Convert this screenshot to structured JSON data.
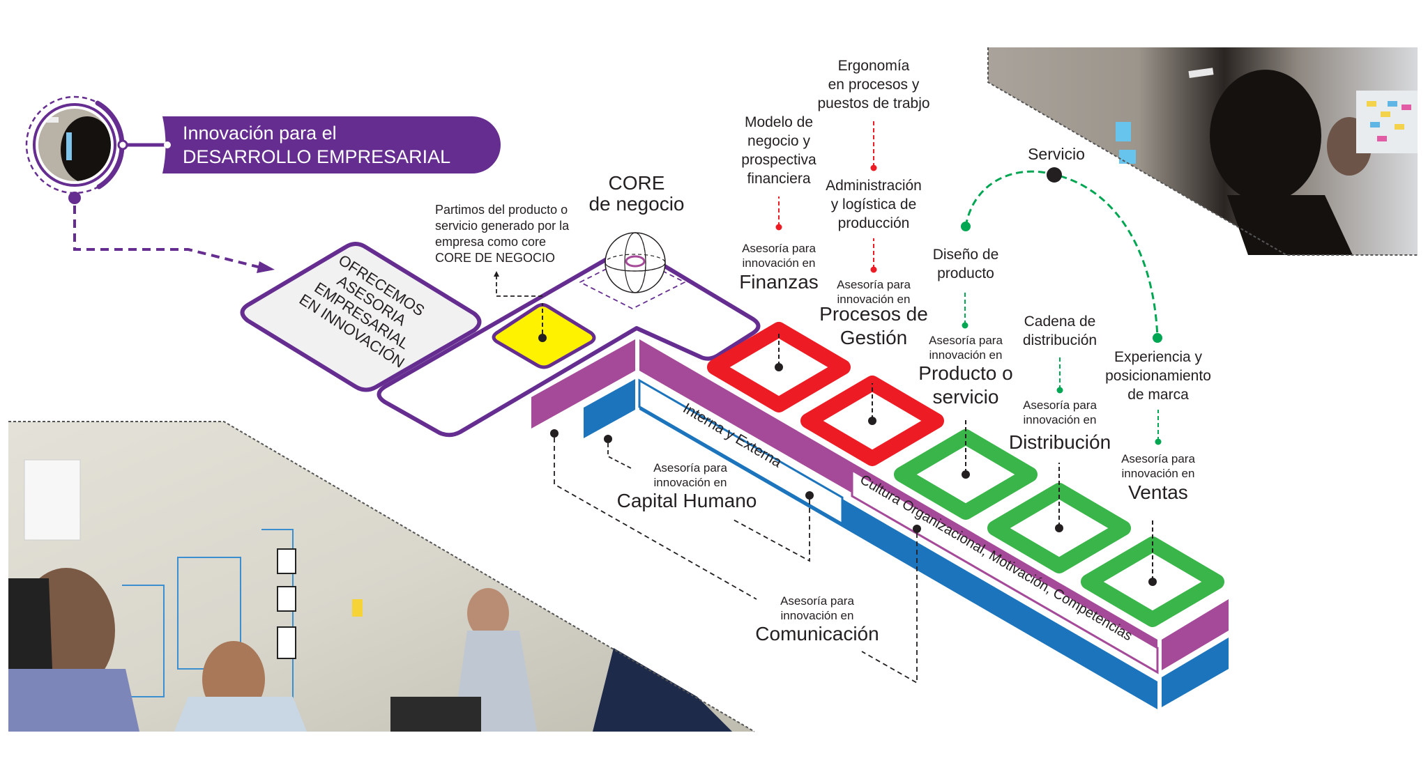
{
  "colors": {
    "brand_purple": "#652d90",
    "band_purple": "#a54a99",
    "band_blue": "#1c75bc",
    "finance_red": "#ed1c24",
    "product_green": "#39b54a",
    "core_yellow": "#fff200",
    "text": "#231f20",
    "offer_box_fill": "#f1f1f2"
  },
  "header": {
    "title_line1": "Innovación para el",
    "title_line2": "DESARROLLO EMPRESARIAL",
    "avatar_icon": "photo-person-writing"
  },
  "offer_box": {
    "lines": [
      "OFRECEMOS",
      "ASESORIA",
      "EMPRESARIAL",
      "EN INNOVACIÓN"
    ]
  },
  "core": {
    "title_line1": "CORE",
    "title_line2": "de negocio",
    "globe_icon": "globe-icon",
    "note_lines": [
      "Partimos del producto o",
      "servicio generado por la",
      "empresa como core",
      "CORE DE NEGOCIO"
    ]
  },
  "prefix_lines": [
    "Asesoría para",
    "innovación en"
  ],
  "areas": [
    {
      "id": "finanzas",
      "name_lines": [
        "Finanzas"
      ],
      "color": "red",
      "outcomes": [
        {
          "lines": [
            "Modelo de",
            "negocio y",
            "prospectiva",
            "financiera"
          ]
        }
      ]
    },
    {
      "id": "procesos",
      "name_lines": [
        "Procesos de",
        "Gestión"
      ],
      "color": "red",
      "outcomes": [
        {
          "lines": [
            "Administración",
            "y logística de",
            "producción"
          ]
        },
        {
          "lines": [
            "Ergonomía",
            "en procesos y",
            "puestos de trabjo"
          ]
        }
      ]
    },
    {
      "id": "producto",
      "name_lines": [
        "Producto o",
        "servicio"
      ],
      "color": "green",
      "outcomes": [
        {
          "lines": [
            "Diseño de",
            "producto"
          ]
        }
      ]
    },
    {
      "id": "distribucion",
      "name_lines": [
        "Distribución"
      ],
      "color": "green",
      "outcomes": [
        {
          "lines": [
            "Cadena de",
            "distribución"
          ]
        }
      ]
    },
    {
      "id": "ventas",
      "name_lines": [
        "Ventas"
      ],
      "color": "green",
      "outcomes": [
        {
          "lines": [
            "Experiencia y",
            "posicionamiento",
            "de marca"
          ]
        }
      ]
    }
  ],
  "service_arc": {
    "label": "Servicio"
  },
  "bands": {
    "upper_label": "Interna y Externa",
    "lower_label": "Cultura Organizacional, Motivación, Competencias"
  },
  "bottom_areas": [
    {
      "id": "capital-humano",
      "name": "Capital Humano"
    },
    {
      "id": "comunicacion",
      "name": "Comunicación"
    }
  ],
  "photos": {
    "top_right": "photo-workshop-sticky-notes",
    "bottom_left": "photo-team-whiteboard"
  }
}
